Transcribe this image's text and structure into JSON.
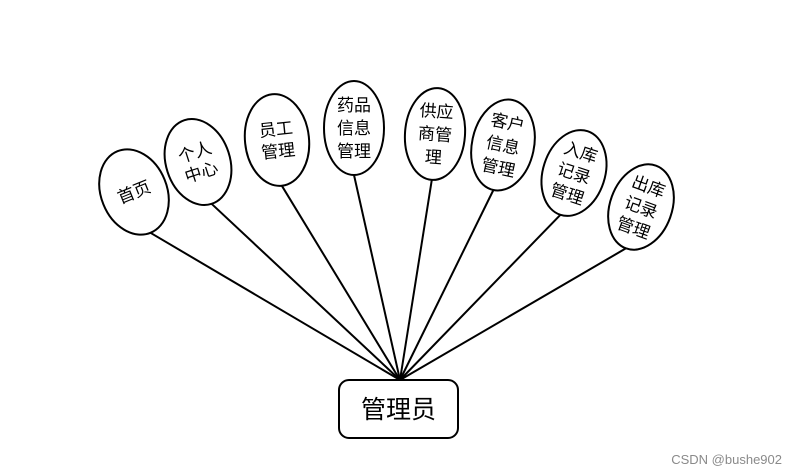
{
  "diagram": {
    "root": {
      "label": "管理员"
    },
    "nodes": [
      {
        "id": "home",
        "lines": [
          "首页"
        ]
      },
      {
        "id": "personal-center",
        "lines": [
          "个人",
          "中心"
        ]
      },
      {
        "id": "staff-management",
        "lines": [
          "员工",
          "管理"
        ]
      },
      {
        "id": "drug-info-management",
        "lines": [
          "药品",
          "信息",
          "管理"
        ]
      },
      {
        "id": "supplier-management",
        "lines": [
          "供应",
          "商管",
          "理"
        ]
      },
      {
        "id": "customer-info-management",
        "lines": [
          "客户",
          "信息",
          "管理"
        ]
      },
      {
        "id": "inbound-record-management",
        "lines": [
          "入库",
          "记录",
          "管理"
        ]
      },
      {
        "id": "outbound-record-management",
        "lines": [
          "出库",
          "记录",
          "管理"
        ]
      }
    ]
  },
  "watermark": "CSDN @bushe902",
  "colors": {
    "stroke": "#000000",
    "fill": "#ffffff",
    "text": "#000000",
    "watermark": "#8a8a8a"
  }
}
